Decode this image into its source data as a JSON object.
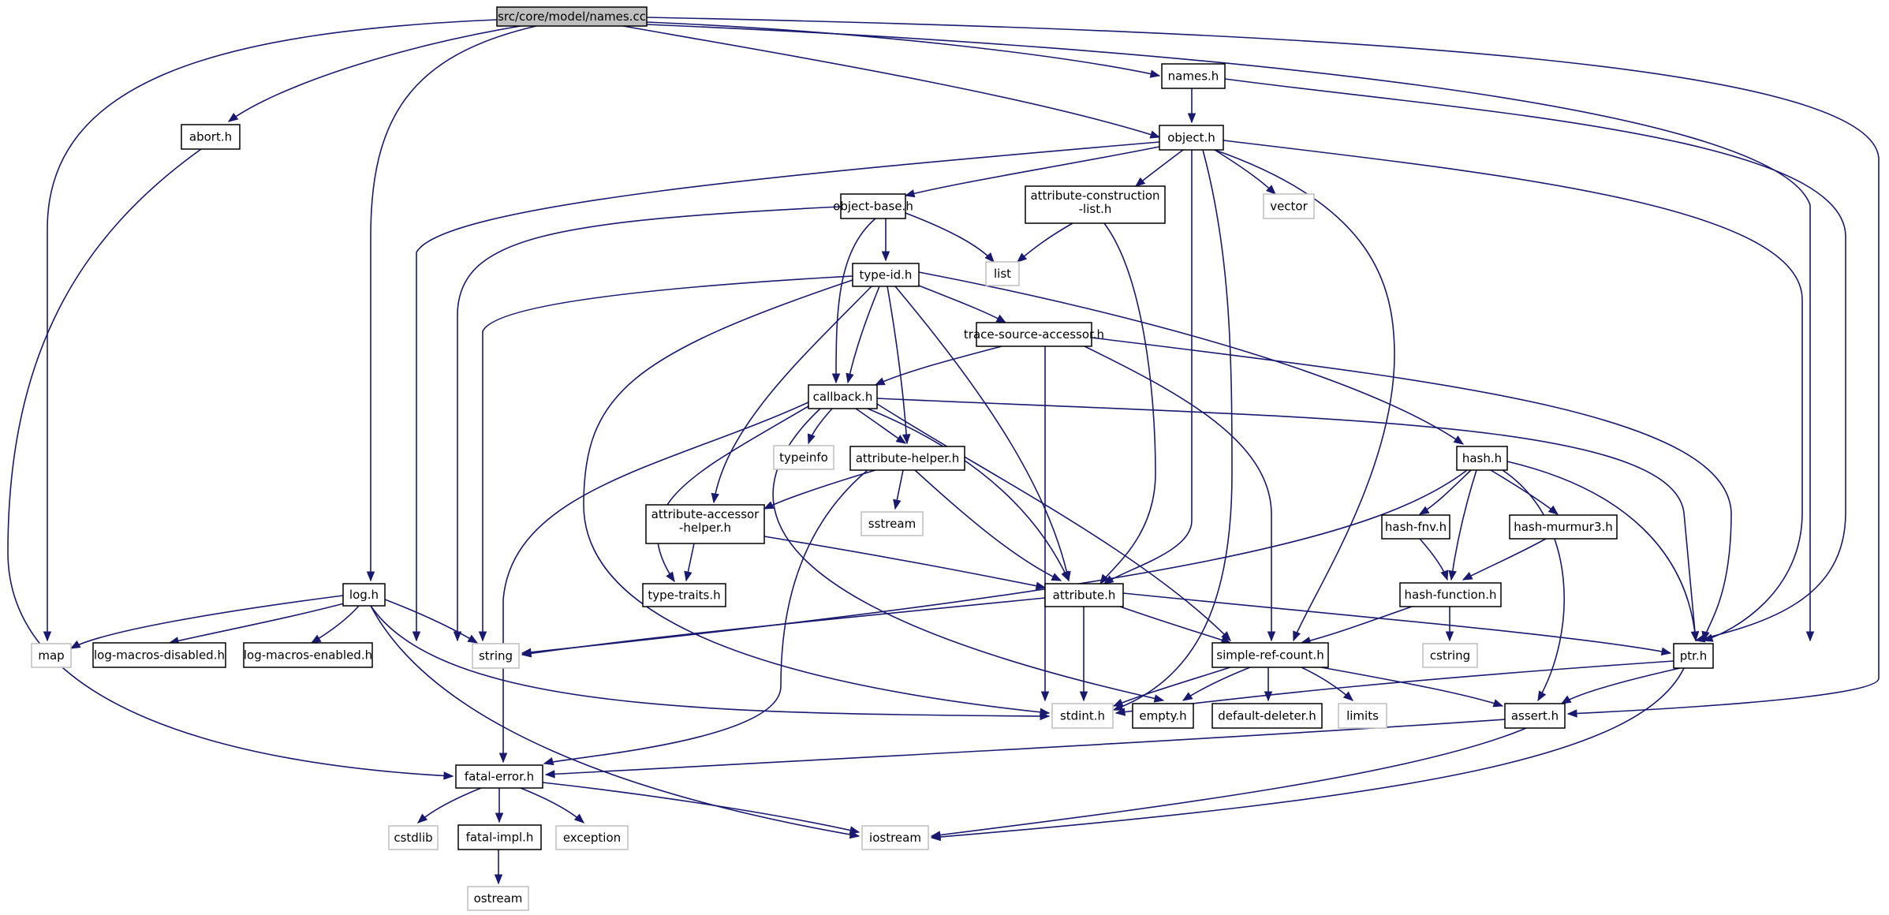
{
  "diagram": {
    "title": "",
    "nodes": [
      {
        "id": "names_cc",
        "label": "src/core/model/names.cc",
        "kind": "root"
      },
      {
        "id": "names_h",
        "label": "names.h",
        "kind": "header"
      },
      {
        "id": "abort_h",
        "label": "abort.h",
        "kind": "header"
      },
      {
        "id": "object_h",
        "label": "object.h",
        "kind": "header"
      },
      {
        "id": "object_base_h",
        "label": "object-base.h",
        "kind": "header"
      },
      {
        "id": "attr_constr_list_h",
        "label": [
          "attribute-construction",
          "-list.h"
        ],
        "kind": "header"
      },
      {
        "id": "vector",
        "label": "vector",
        "kind": "system"
      },
      {
        "id": "list",
        "label": "list",
        "kind": "system"
      },
      {
        "id": "type_id_h",
        "label": "type-id.h",
        "kind": "header"
      },
      {
        "id": "trace_src_acc_h",
        "label": "trace-source-accessor.h",
        "kind": "header"
      },
      {
        "id": "callback_h",
        "label": "callback.h",
        "kind": "header"
      },
      {
        "id": "typeinfo",
        "label": "typeinfo",
        "kind": "system"
      },
      {
        "id": "attr_helper_h",
        "label": "attribute-helper.h",
        "kind": "header"
      },
      {
        "id": "hash_h",
        "label": "hash.h",
        "kind": "header"
      },
      {
        "id": "attr_acc_helper_h",
        "label": [
          "attribute-accessor",
          "-helper.h"
        ],
        "kind": "header"
      },
      {
        "id": "sstream",
        "label": "sstream",
        "kind": "system"
      },
      {
        "id": "hash_fnv_h",
        "label": "hash-fnv.h",
        "kind": "header"
      },
      {
        "id": "hash_murmur3_h",
        "label": "hash-murmur3.h",
        "kind": "header"
      },
      {
        "id": "log_h",
        "label": "log.h",
        "kind": "header"
      },
      {
        "id": "type_traits_h",
        "label": "type-traits.h",
        "kind": "header"
      },
      {
        "id": "attribute_h",
        "label": "attribute.h",
        "kind": "header"
      },
      {
        "id": "hash_function_h",
        "label": "hash-function.h",
        "kind": "header"
      },
      {
        "id": "map",
        "label": "map",
        "kind": "system"
      },
      {
        "id": "log_macros_disabled_h",
        "label": "log-macros-disabled.h",
        "kind": "header"
      },
      {
        "id": "log_macros_enabled_h",
        "label": "log-macros-enabled.h",
        "kind": "header"
      },
      {
        "id": "string",
        "label": "string",
        "kind": "system"
      },
      {
        "id": "simple_ref_count_h",
        "label": "simple-ref-count.h",
        "kind": "header"
      },
      {
        "id": "cstring",
        "label": "cstring",
        "kind": "system"
      },
      {
        "id": "ptr_h",
        "label": "ptr.h",
        "kind": "header"
      },
      {
        "id": "stdint_h",
        "label": "stdint.h",
        "kind": "system"
      },
      {
        "id": "empty_h",
        "label": "empty.h",
        "kind": "header"
      },
      {
        "id": "default_deleter_h",
        "label": "default-deleter.h",
        "kind": "header"
      },
      {
        "id": "limits",
        "label": "limits",
        "kind": "system"
      },
      {
        "id": "assert_h",
        "label": "assert.h",
        "kind": "header"
      },
      {
        "id": "fatal_error_h",
        "label": "fatal-error.h",
        "kind": "header"
      },
      {
        "id": "cstdlib",
        "label": "cstdlib",
        "kind": "system"
      },
      {
        "id": "fatal_impl_h",
        "label": "fatal-impl.h",
        "kind": "header"
      },
      {
        "id": "exception",
        "label": "exception",
        "kind": "system"
      },
      {
        "id": "iostream",
        "label": "iostream",
        "kind": "system"
      },
      {
        "id": "ostream",
        "label": "ostream",
        "kind": "system"
      }
    ],
    "edges": [
      [
        "names_cc",
        "map"
      ],
      [
        "names_cc",
        "abort_h"
      ],
      [
        "names_cc",
        "log_h"
      ],
      [
        "names_cc",
        "object_h"
      ],
      [
        "names_cc",
        "names_h"
      ],
      [
        "names_cc",
        "ptr_h"
      ],
      [
        "names_cc",
        "assert_h"
      ],
      [
        "names_h",
        "object_h"
      ],
      [
        "names_h",
        "ptr_h"
      ],
      [
        "abort_h",
        "fatal_error_h"
      ],
      [
        "object_h",
        "string"
      ],
      [
        "object_h",
        "object_base_h"
      ],
      [
        "object_h",
        "attr_constr_list_h"
      ],
      [
        "object_h",
        "vector"
      ],
      [
        "object_h",
        "attribute_h"
      ],
      [
        "object_h",
        "stdint_h"
      ],
      [
        "object_h",
        "simple_ref_count_h"
      ],
      [
        "object_h",
        "ptr_h"
      ],
      [
        "object_base_h",
        "string"
      ],
      [
        "object_base_h",
        "type_id_h"
      ],
      [
        "object_base_h",
        "list"
      ],
      [
        "object_base_h",
        "callback_h"
      ],
      [
        "attr_constr_list_h",
        "list"
      ],
      [
        "attr_constr_list_h",
        "attribute_h"
      ],
      [
        "type_id_h",
        "string"
      ],
      [
        "type_id_h",
        "stdint_h"
      ],
      [
        "type_id_h",
        "callback_h"
      ],
      [
        "type_id_h",
        "attr_acc_helper_h"
      ],
      [
        "type_id_h",
        "attr_helper_h"
      ],
      [
        "type_id_h",
        "attribute_h"
      ],
      [
        "type_id_h",
        "trace_src_acc_h"
      ],
      [
        "type_id_h",
        "hash_h"
      ],
      [
        "trace_src_acc_h",
        "callback_h"
      ],
      [
        "trace_src_acc_h",
        "stdint_h"
      ],
      [
        "trace_src_acc_h",
        "simple_ref_count_h"
      ],
      [
        "trace_src_acc_h",
        "ptr_h"
      ],
      [
        "callback_h",
        "fatal_error_h"
      ],
      [
        "callback_h",
        "type_traits_h"
      ],
      [
        "callback_h",
        "typeinfo"
      ],
      [
        "callback_h",
        "empty_h"
      ],
      [
        "callback_h",
        "attr_helper_h"
      ],
      [
        "callback_h",
        "attribute_h"
      ],
      [
        "callback_h",
        "simple_ref_count_h"
      ],
      [
        "callback_h",
        "ptr_h"
      ],
      [
        "attr_helper_h",
        "attr_acc_helper_h"
      ],
      [
        "attr_helper_h",
        "fatal_error_h"
      ],
      [
        "attr_helper_h",
        "sstream"
      ],
      [
        "attr_helper_h",
        "attribute_h"
      ],
      [
        "attr_acc_helper_h",
        "type_traits_h"
      ],
      [
        "attr_acc_helper_h",
        "attribute_h"
      ],
      [
        "hash_h",
        "string"
      ],
      [
        "hash_h",
        "hash_fnv_h"
      ],
      [
        "hash_h",
        "hash_function_h"
      ],
      [
        "hash_h",
        "hash_murmur3_h"
      ],
      [
        "hash_h",
        "ptr_h"
      ],
      [
        "hash_h",
        "assert_h"
      ],
      [
        "hash_fnv_h",
        "hash_function_h"
      ],
      [
        "hash_murmur3_h",
        "hash_function_h"
      ],
      [
        "hash_function_h",
        "cstring"
      ],
      [
        "hash_function_h",
        "simple_ref_count_h"
      ],
      [
        "log_h",
        "map"
      ],
      [
        "log_h",
        "log_macros_disabled_h"
      ],
      [
        "log_h",
        "log_macros_enabled_h"
      ],
      [
        "log_h",
        "string"
      ],
      [
        "log_h",
        "stdint_h"
      ],
      [
        "log_h",
        "iostream"
      ],
      [
        "attribute_h",
        "string"
      ],
      [
        "attribute_h",
        "stdint_h"
      ],
      [
        "attribute_h",
        "simple_ref_count_h"
      ],
      [
        "attribute_h",
        "ptr_h"
      ],
      [
        "simple_ref_count_h",
        "stdint_h"
      ],
      [
        "simple_ref_count_h",
        "empty_h"
      ],
      [
        "simple_ref_count_h",
        "default_deleter_h"
      ],
      [
        "simple_ref_count_h",
        "limits"
      ],
      [
        "simple_ref_count_h",
        "assert_h"
      ],
      [
        "ptr_h",
        "stdint_h"
      ],
      [
        "ptr_h",
        "assert_h"
      ],
      [
        "ptr_h",
        "iostream"
      ],
      [
        "assert_h",
        "fatal_error_h"
      ],
      [
        "assert_h",
        "iostream"
      ],
      [
        "fatal_error_h",
        "cstdlib"
      ],
      [
        "fatal_error_h",
        "fatal_impl_h"
      ],
      [
        "fatal_error_h",
        "exception"
      ],
      [
        "fatal_error_h",
        "iostream"
      ],
      [
        "fatal_impl_h",
        "ostream"
      ]
    ]
  }
}
